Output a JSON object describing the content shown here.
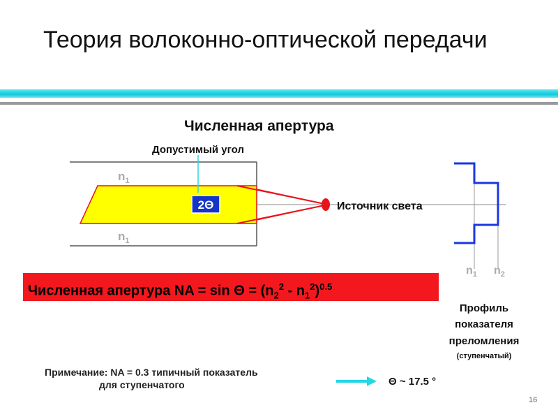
{
  "slide": {
    "title": "Теория волоконно-оптической передачи",
    "heading": "Численная апертура",
    "page_number": "16"
  },
  "fiber_diagram": {
    "acceptance_label": "Допустимый угол",
    "angle_label": "2Θ",
    "source_label": "Источник света",
    "cladding_top_n": "n",
    "cladding_top_sub": "1",
    "cladding_bottom_n": "n",
    "cladding_bottom_sub": "1"
  },
  "formula": {
    "prefix": "Численная апертура NA = sin Θ = (n",
    "sub1": "2",
    "sup1": "2",
    "mid": " - n",
    "sub2": "1",
    "sup2": "2",
    "close": ")",
    "exp": "0.5"
  },
  "index_profile": {
    "n1": "n",
    "n1_sub": "1",
    "n2": "n",
    "n2_sub": "2",
    "caption_line1": "Профиль",
    "caption_line2": "показателя",
    "caption_line3": "преломления",
    "caption_sub": "(ступенчатый)"
  },
  "note": {
    "line1": "Примечание: NA = 0.3 типичный показатель",
    "line2": "для ступенчатого"
  },
  "result": {
    "text": "Θ ~ 17.5 °"
  },
  "colors": {
    "core": "#ffff00",
    "ray": "#e8141c",
    "formula_bg": "#f2181e",
    "profile": "#1a37e0",
    "rule": "#12c8d8",
    "arrow": "#22d8e6"
  }
}
